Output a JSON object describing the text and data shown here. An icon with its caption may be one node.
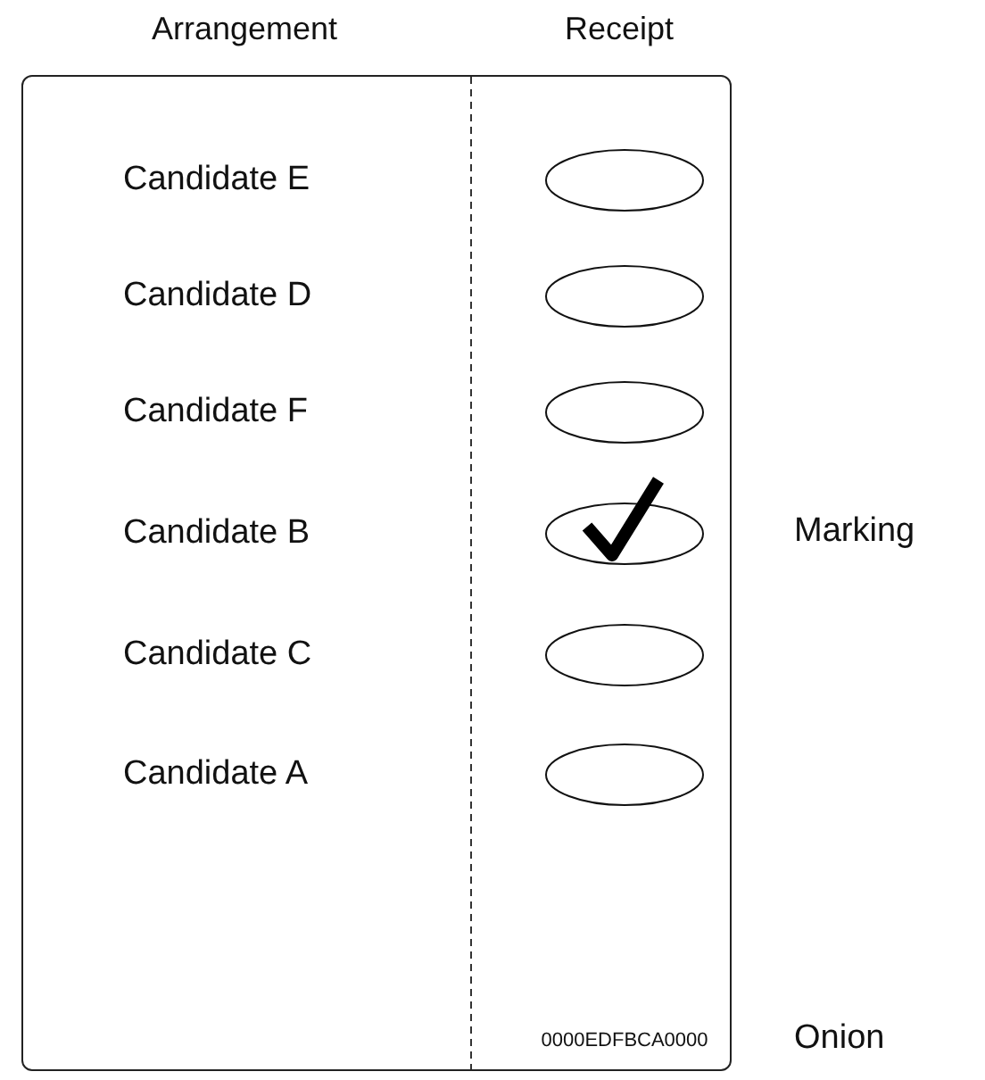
{
  "diagram": {
    "nodes": [
      {
        "text": [
          "Arrangement",
          "Receipt",
          "Candidate E",
          "Candidate D",
          "Candidate F",
          "Candidate B",
          "Candidate C",
          "Candidate A",
          "0000EDFBCA0000"
        ]
      },
      {
        "text": [],
        "shape": "circle",
        "in": 0
      },
      {
        "text": [],
        "shape": "circle",
        "in": 0
      },
      {
        "text": [],
        "shape": "circle",
        "in": 0
      },
      {
        "text": [],
        "shape": "circle",
        "in": 0
      },
      {
        "text": [],
        "shape": "circle",
        "in": 0
      },
      {
        "text": [],
        "shape": "circle",
        "in": 0
      }
    ],
    "labels": [
      "Marking",
      "Onion"
    ]
  }
}
